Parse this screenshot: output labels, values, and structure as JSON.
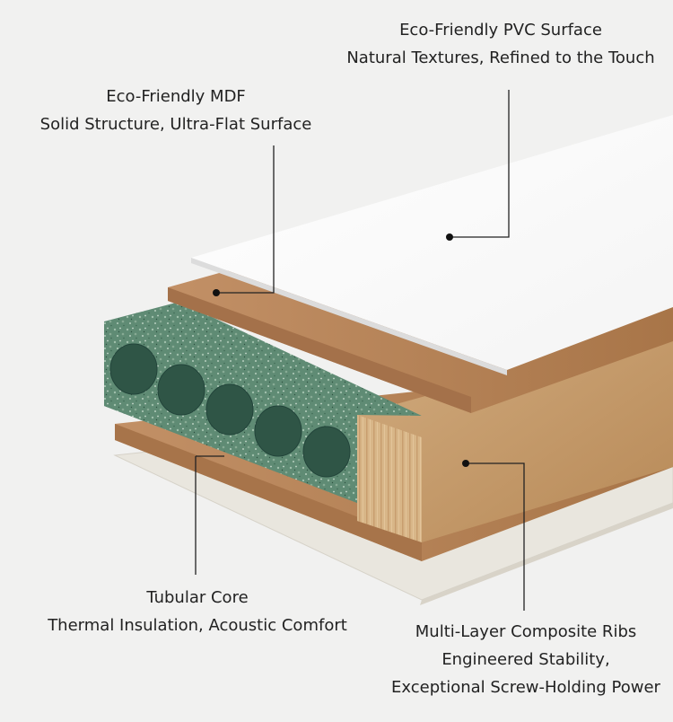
{
  "labels": {
    "pvc": {
      "title": "Eco-Friendly PVC Surface",
      "subtitle": "Natural Textures, Refined to the Touch"
    },
    "mdf": {
      "title": "Eco-Friendly MDF",
      "subtitle": "Solid Structure, Ultra-Flat Surface"
    },
    "core": {
      "title": "Tubular Core",
      "subtitle": "Thermal Insulation, Acoustic Comfort"
    },
    "ribs": {
      "title": "Multi-Layer Composite Ribs",
      "line2": "Engineered Stability,",
      "line3": "Exceptional Screw-Holding Power"
    }
  },
  "colors": {
    "background": "#f1f1f0",
    "pvc_surface": "#ffffff",
    "mdf": "#b98a5c",
    "core_board": "#5d8a73",
    "tube_holes": "#2f5546",
    "ribs_wood": "#c69a6c",
    "bottom_sheet": "#e7e4dc",
    "leader_line": "#222222"
  }
}
